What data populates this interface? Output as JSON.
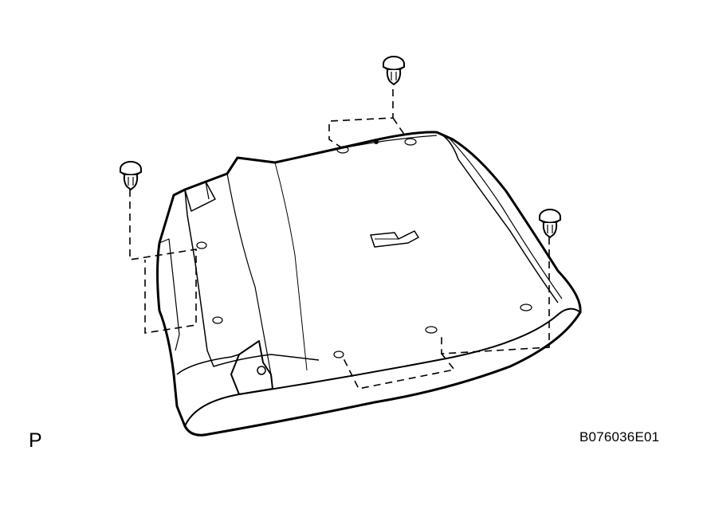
{
  "diagram": {
    "view_label": "P",
    "figure_code": "B076036E01",
    "parts": [
      "clip",
      "clip",
      "clip",
      "cover-panel"
    ],
    "line_color": "#000000",
    "background": "#ffffff"
  }
}
